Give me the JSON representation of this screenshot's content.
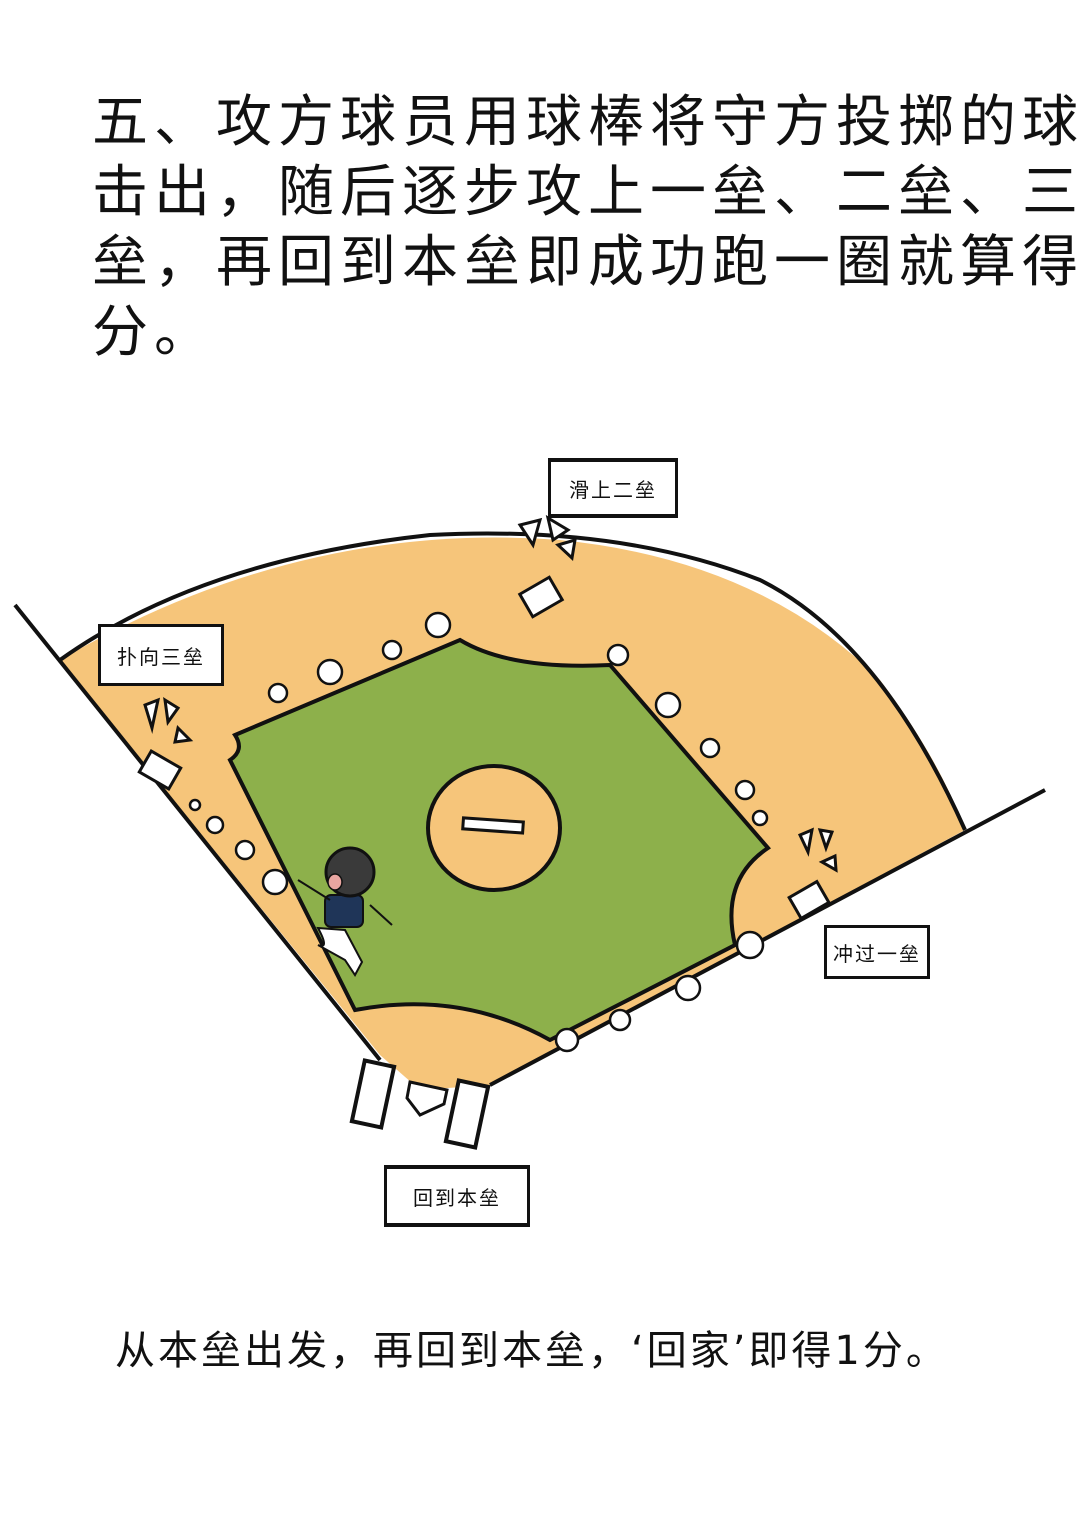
{
  "heading": {
    "lines": [
      "五、攻方球员用球棒将守方投掷的球",
      "击出，随后逐步攻上一垒、二垒、三",
      "垒，再回到本垒即成功跑一圈就算得",
      "分。"
    ]
  },
  "diagram": {
    "colors": {
      "infield_grass": "#8db04b",
      "dirt": "#f6c57a",
      "outline": "#111111",
      "base": "#ffffff",
      "player_helmet": "#3a3a3a",
      "player_jersey": "#1f3558"
    },
    "labels": {
      "second_base": "滑上二垒",
      "third_base": "扑向三垒",
      "first_base": "冲过一垒",
      "home_plate": "回到本垒"
    }
  },
  "caption": "从本垒出发，再回到本垒，‘回家’即得1分。"
}
